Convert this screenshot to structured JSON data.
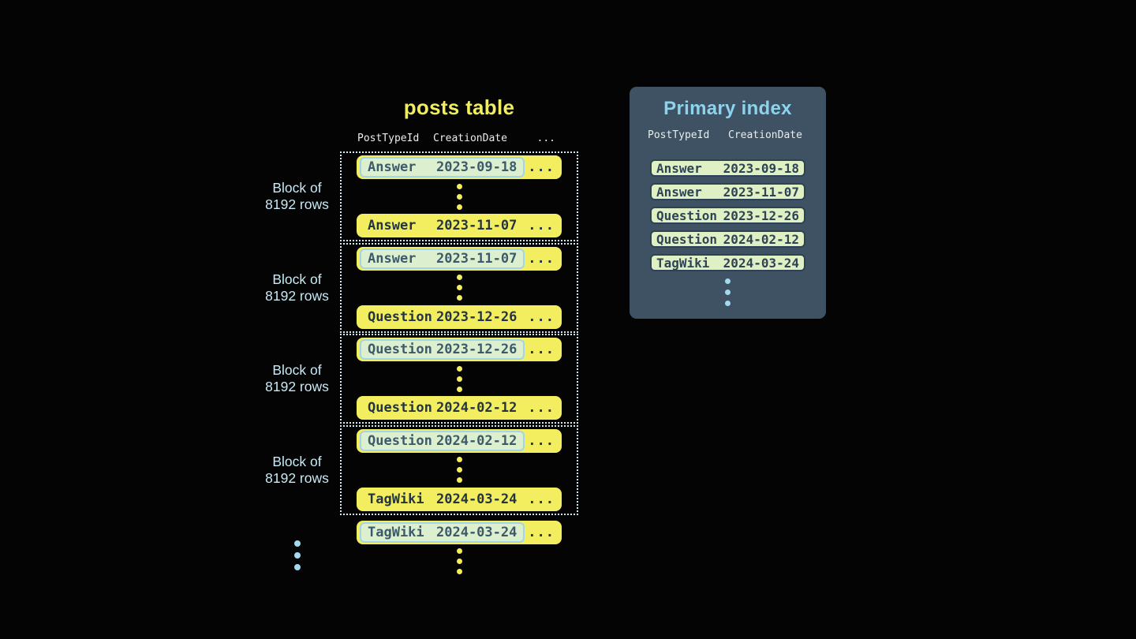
{
  "posts_table": {
    "title": "posts table",
    "columns": [
      "PostTypeId",
      "CreationDate"
    ],
    "ellipsis": "...",
    "block_label": {
      "line1": "Block of",
      "line2": "8192 rows"
    },
    "blocks": [
      {
        "first": {
          "type": "Answer",
          "date": "2023-09-18"
        },
        "last": {
          "type": "Answer",
          "date": "2023-11-07"
        }
      },
      {
        "first": {
          "type": "Answer",
          "date": "2023-11-07"
        },
        "last": {
          "type": "Question",
          "date": "2023-12-26"
        }
      },
      {
        "first": {
          "type": "Question",
          "date": "2023-12-26"
        },
        "last": {
          "type": "Question",
          "date": "2024-02-12"
        }
      },
      {
        "first": {
          "type": "Question",
          "date": "2024-02-12"
        },
        "last": {
          "type": "TagWiki",
          "date": "2024-03-24"
        }
      }
    ],
    "overflow_row": {
      "type": "TagWiki",
      "date": "2024-03-24"
    }
  },
  "primary_index": {
    "title": "Primary index",
    "columns": [
      "PostTypeId",
      "CreationDate"
    ],
    "rows": [
      {
        "type": "Answer",
        "date": "2023-09-18"
      },
      {
        "type": "Answer",
        "date": "2023-11-07"
      },
      {
        "type": "Question",
        "date": "2023-12-26"
      },
      {
        "type": "Question",
        "date": "2024-02-12"
      },
      {
        "type": "TagWiki",
        "date": "2024-03-24"
      }
    ]
  },
  "colors": {
    "bg": "#040404",
    "yellow": "#F2EE5F",
    "yellow-title": "#F0ED62",
    "row-text-dark": "#243440",
    "hl-text": "#3D5A6C",
    "hl-bg": "#DCEFCE",
    "hl-border": "#A2D5E7",
    "dotted": "#D3EBF4",
    "label-blue": "#C6EAF6",
    "header-text": "#EAEDED",
    "panel-bg": "#3E5263",
    "panel-title": "#8ED3EE",
    "irow-bg": "#DFF0C4",
    "irow-border": "#2D4254",
    "irow-text": "#2E4455",
    "dot-blue": "#A3DAF0"
  }
}
